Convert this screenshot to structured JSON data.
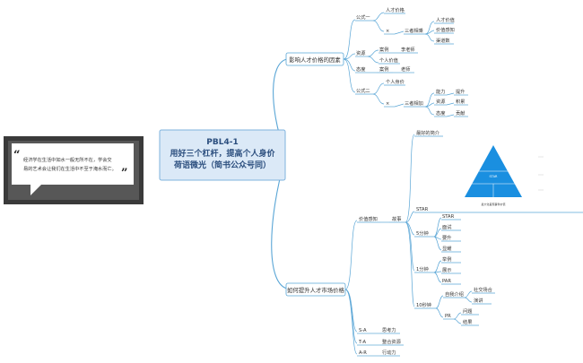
{
  "central": {
    "line1": "PBL4-1",
    "line2": "用好三个杠杆，提高个人身价",
    "line3": "荷语微光（简书公众号同）"
  },
  "quote": {
    "open": "“",
    "close": "”",
    "line1": "经济学在生活中如水一般无所不在，学会交",
    "line2": "易的艺术会让我们在生活中不至于淹水而亡。"
  },
  "branch1": {
    "label": "影响人才价格的因素",
    "formula1": "公式一",
    "f1_talent_price": "人才价格",
    "f1_times": "×",
    "f1_triple": "三者相乘",
    "f1_sub": [
      "人才价值",
      "价值感知",
      "渠道数"
    ],
    "resource": "资源",
    "resource_case": "案例",
    "resource_case_person": "李老师",
    "personal_value": "个人价值",
    "attitude": "态度",
    "attitude_case": "案例",
    "attitude_case_person": "老师",
    "formula2": "公式二",
    "f2_personal_price": "个人身价",
    "f2_times": "×",
    "f2_triple": "三者相加",
    "f2_rows": [
      {
        "left": "能力",
        "right": "提升"
      },
      {
        "left": "资源",
        "right": "积累"
      },
      {
        "left": "态度",
        "right": "贡献"
      }
    ]
  },
  "branch2": {
    "label": "如何提升人才市场价格",
    "perception": "价值感知",
    "story": "故事",
    "pyramid_title": "最好的简介",
    "star_top": "STAR",
    "pyramid_center": "STAR",
    "pyramid_caption": "最大化呈现事件价值",
    "five_min": "5分钟",
    "five_min_items": [
      "STAR",
      "面试",
      "要升",
      "显耀"
    ],
    "one_min": "1分钟",
    "one_min_items": [
      "举例",
      "展示",
      "PAR"
    ],
    "ten_sec": "10秒钟",
    "self_intro": "自我介绍",
    "self_intro_items": [
      "社交场合",
      "演讲"
    ],
    "pr": "PR",
    "pr_items": [
      "问题",
      "结果"
    ],
    "sa": "S-A",
    "sa_val": "思考力",
    "ta": "T-A",
    "ta_val": "整合资源",
    "ar": "A-R",
    "ar_val": "行动力"
  }
}
